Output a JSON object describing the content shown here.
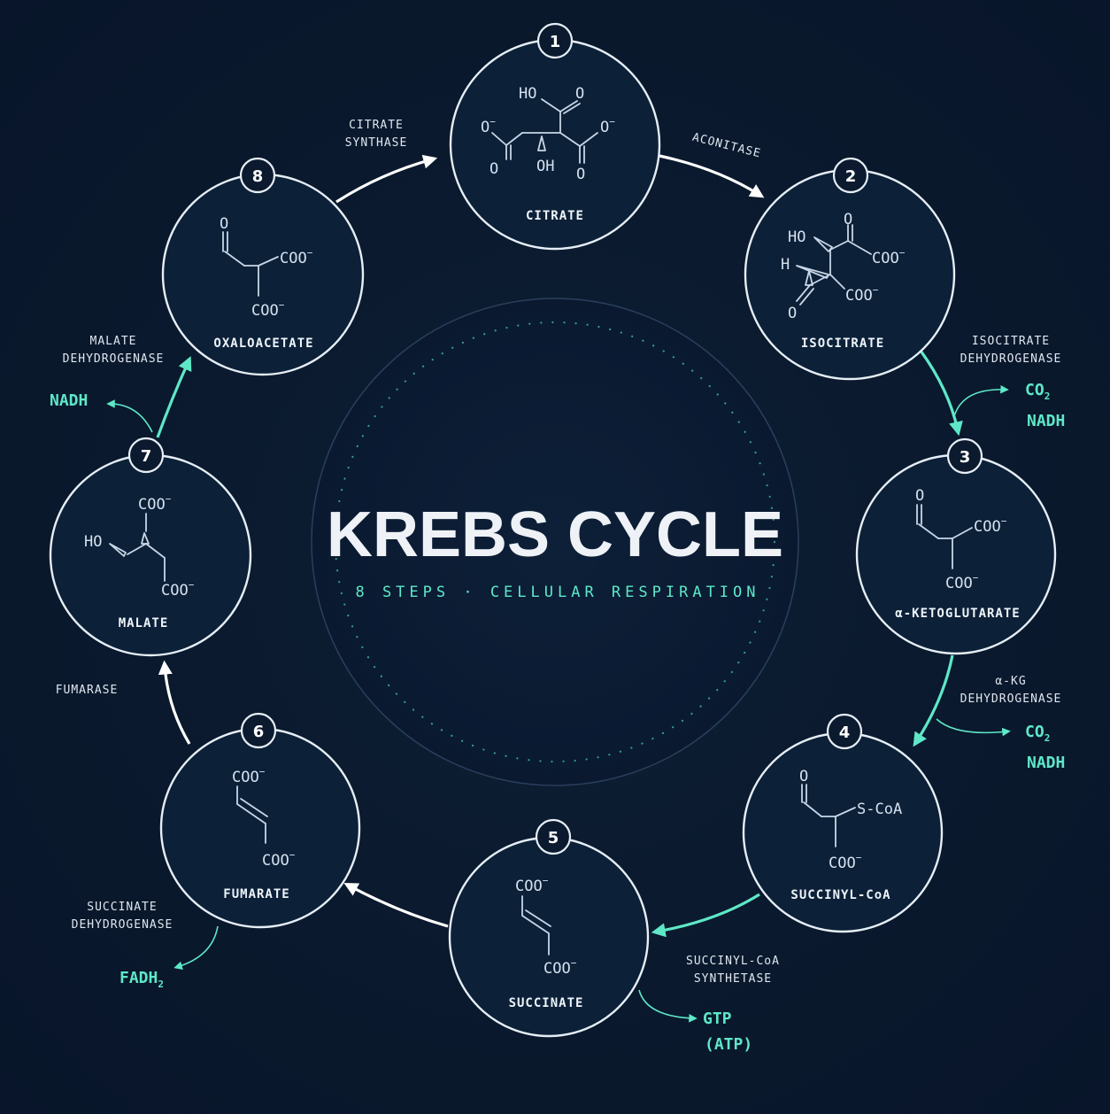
{
  "title": "KREBS CYCLE",
  "subtitle": "8 STEPS · CELLULAR RESPIRATION",
  "colors": {
    "accent": "#5ee8c8",
    "background": "#0b1a2e",
    "ring": "#e6eef6"
  },
  "steps": [
    {
      "number": "1",
      "name": "CITRATE"
    },
    {
      "number": "2",
      "name": "ISOCITRATE"
    },
    {
      "number": "3",
      "name": "α-KETOGLUTARATE"
    },
    {
      "number": "4",
      "name": "SUCCINYL-CoA"
    },
    {
      "number": "5",
      "name": "SUCCINATE"
    },
    {
      "number": "6",
      "name": "FUMARATE"
    },
    {
      "number": "7",
      "name": "MALATE"
    },
    {
      "number": "8",
      "name": "OXALOACETATE"
    }
  ],
  "enzymes": {
    "citrate_synthase": [
      "CITRATE",
      "SYNTHASE"
    ],
    "aconitase": "ACONITASE",
    "isocitrate_dh": [
      "ISOCITRATE",
      "DEHYDROGENASE"
    ],
    "akg_dh": [
      "α-KG",
      "DEHYDROGENASE"
    ],
    "succinyl_coa_synthetase": [
      "SUCCINYL-CoA",
      "SYNTHETASE"
    ],
    "succinate_dh": [
      "SUCCINATE",
      "DEHYDROGENASE"
    ],
    "fumarase": "FUMARASE",
    "malate_dh": [
      "MALATE",
      "DEHYDROGENASE"
    ]
  },
  "products": {
    "step2_co2": "CO",
    "step2_nadh": "NADH",
    "step3_co2": "CO",
    "step3_nadh": "NADH",
    "step4_gtp": "GTP",
    "step4_atp": "(ATP)",
    "step5_fadh": "FADH",
    "step7_nadh": "NADH",
    "sub2": "2"
  },
  "chem": {
    "coo": "COO",
    "minus": "−",
    "o": "O",
    "oh": "OH",
    "ho": "HO",
    "h": "H",
    "scoa": "S-CoA"
  }
}
